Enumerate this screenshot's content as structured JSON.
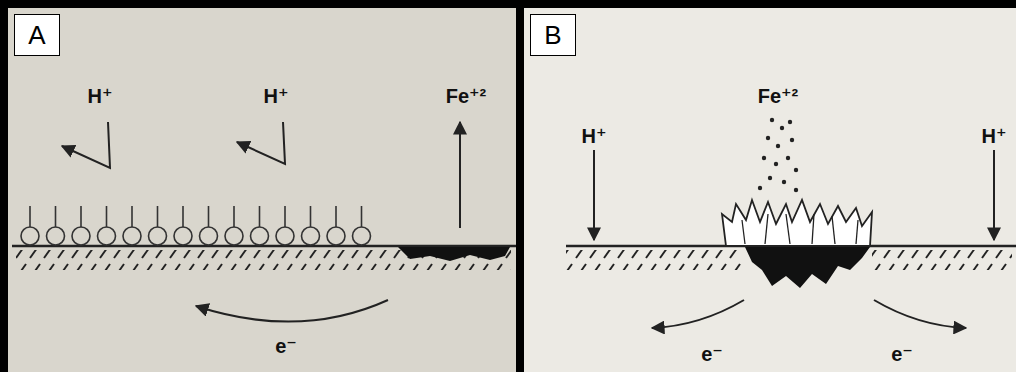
{
  "diagram": {
    "nodes": [
      {
        "text": [
          "A"
        ]
      },
      {
        "text": [
          "B"
        ]
      }
    ],
    "labels": [
      "H⁺",
      "H⁺",
      "Fe⁺²",
      "e⁻",
      "Fe⁺²",
      "H⁺",
      "H⁺",
      "e⁻",
      "e⁻"
    ]
  }
}
